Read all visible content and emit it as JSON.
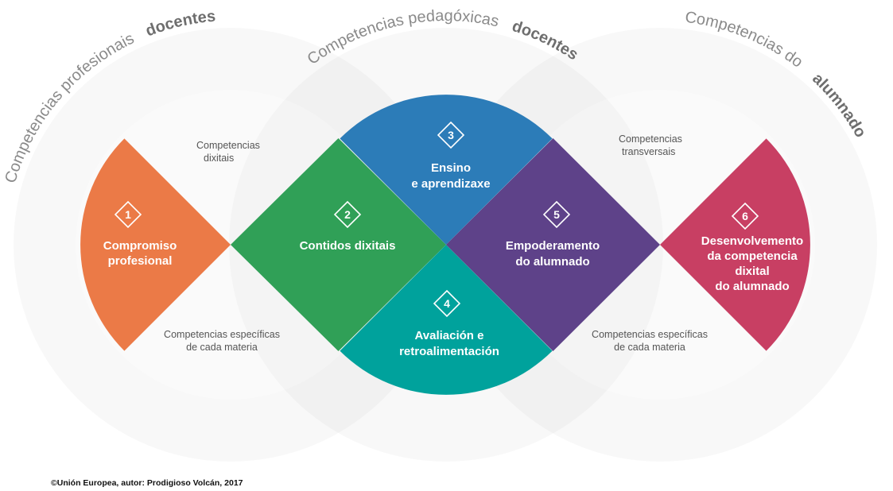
{
  "circles": [
    {
      "title_regular": "Competencias profesionais ",
      "title_bold": "docentes"
    },
    {
      "title_regular": "Competencias pedagóxicas ",
      "title_bold": "docentes"
    },
    {
      "title_regular": "Competencias do ",
      "title_bold": "alumnado"
    }
  ],
  "areas": [
    {
      "number": "1",
      "lines": [
        "Compromiso",
        "profesional"
      ],
      "color": "#eb7a47"
    },
    {
      "number": "2",
      "lines": [
        "Contidos dixitais"
      ],
      "color": "#30a057"
    },
    {
      "number": "3",
      "lines": [
        "Ensino",
        "e aprendizaxe"
      ],
      "color": "#2c7cb8"
    },
    {
      "number": "4",
      "lines": [
        "Avaliación e",
        "retroalimentación"
      ],
      "color": "#00a29c"
    },
    {
      "number": "5",
      "lines": [
        "Empoderamento",
        "do alumnado"
      ],
      "color": "#5e4289"
    },
    {
      "number": "6",
      "lines": [
        "Desenvolvemento",
        "da competencia",
        "dixital",
        "do alumnado"
      ],
      "color": "#c83f63"
    }
  ],
  "zones": {
    "digital": [
      "Competencias",
      "dixitais"
    ],
    "transversal": [
      "Competencias",
      "transversais"
    ],
    "specific_left": [
      "Competencias específicas",
      "de cada materia"
    ],
    "specific_right": [
      "Competencias específicas",
      "de cada materia"
    ]
  },
  "footer": "©Unión Europea, autor: Prodigioso Volcán, 2017"
}
